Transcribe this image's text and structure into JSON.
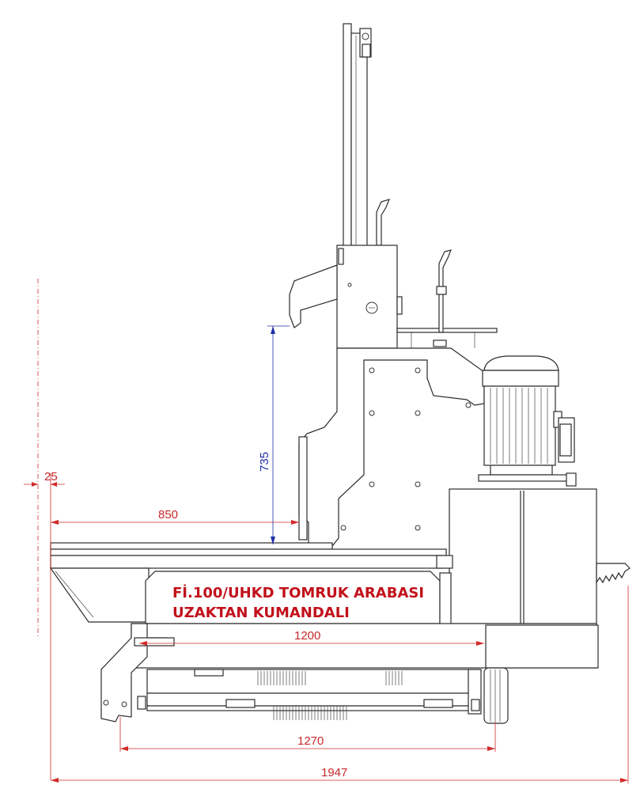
{
  "title": {
    "line1": "Fİ.100/UHKD TOMRUK ARABASI",
    "line2": "UZAKTAN KUMANDALI"
  },
  "dimensions": {
    "offset": "25",
    "width_850": "850",
    "height_735": "735",
    "width_1200": "1200",
    "width_1270": "1270",
    "overall_1947": "1947"
  },
  "colors": {
    "dimension_red": "#c62828",
    "dimension_blue": "#1f2fa8",
    "title_red": "#c2111b",
    "outline": "#2b2b2b"
  }
}
